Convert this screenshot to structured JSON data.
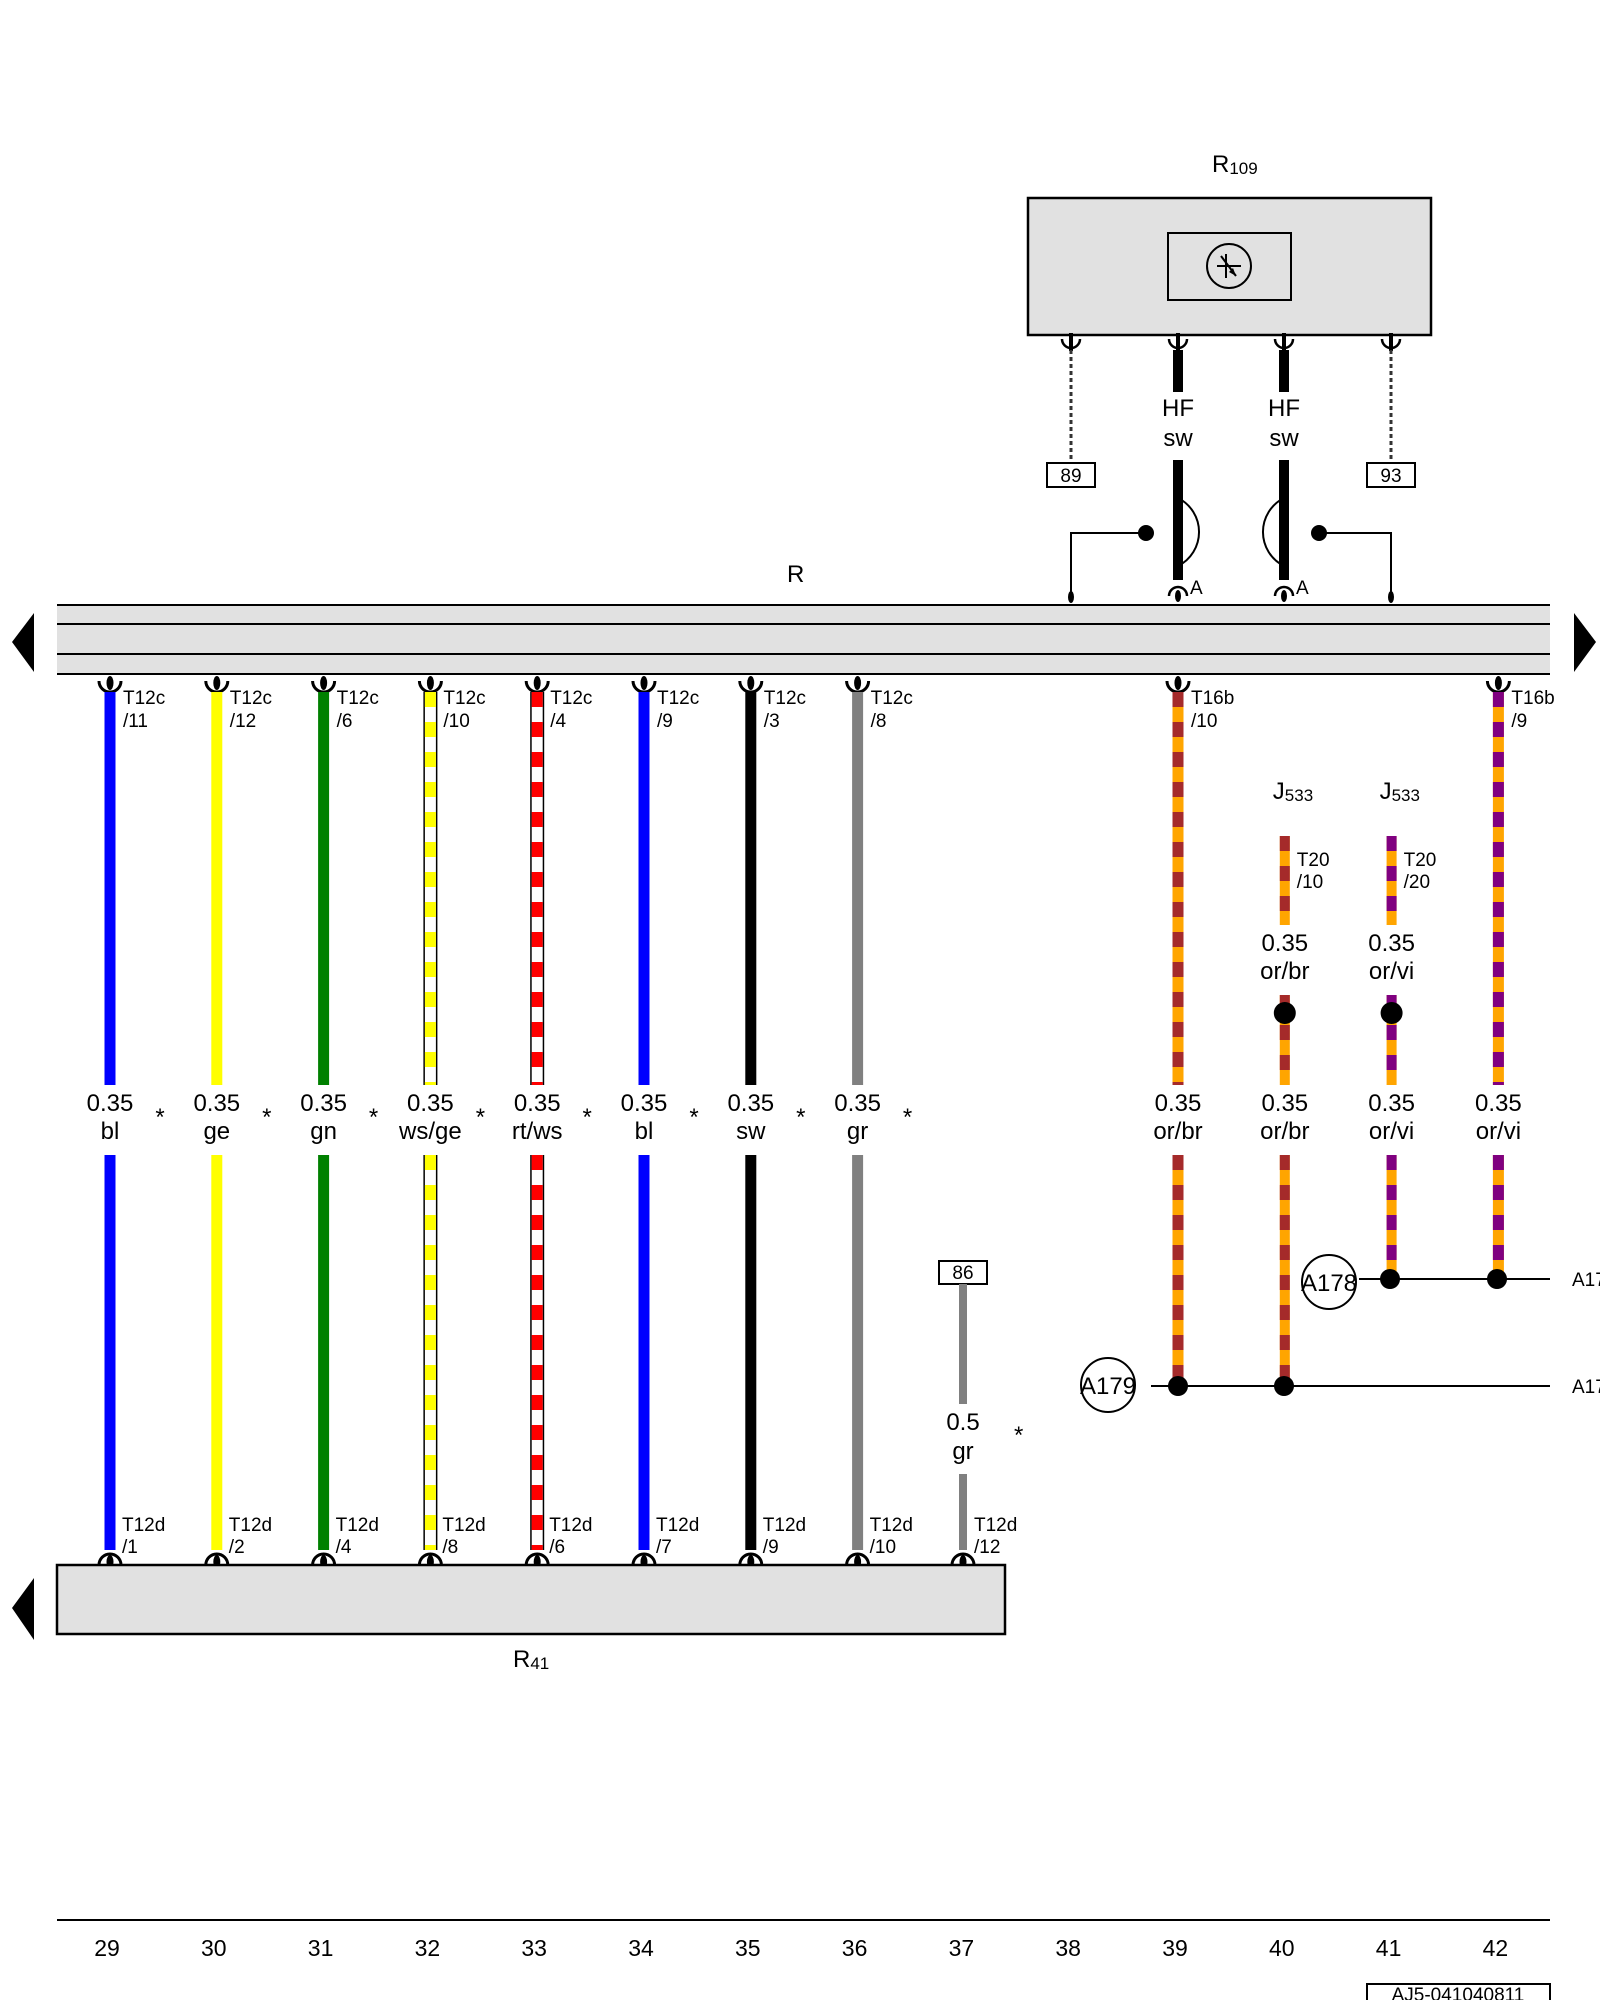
{
  "components": {
    "r109": {
      "main": "R",
      "sub": "109"
    },
    "r": "R",
    "r41": {
      "main": "R",
      "sub": "41"
    },
    "j533_a": {
      "main": "J",
      "sub": "533"
    },
    "j533_b": {
      "main": "J",
      "sub": "533"
    }
  },
  "r109_terminals": [
    {
      "text": "HF",
      "text2": "sw"
    },
    {
      "text": "HF",
      "text2": "sw"
    }
  ],
  "refs": {
    "ref89": "89",
    "ref93": "93",
    "ref86": "86",
    "shield_a1": "A",
    "shield_a2": "A"
  },
  "wires": [
    {
      "col": 29,
      "color": "#0000ff",
      "stripe": null,
      "top_pin1": "T12c",
      "top_pin2": "/11",
      "gauge": "0.35",
      "code": "bl",
      "bot_pin1": "T12d",
      "bot_pin2": "/1"
    },
    {
      "col": 30,
      "color": "#ffff00",
      "stripe": null,
      "top_pin1": "T12c",
      "top_pin2": "/12",
      "gauge": "0.35",
      "code": "ge",
      "bot_pin1": "T12d",
      "bot_pin2": "/2"
    },
    {
      "col": 31,
      "color": "#008000",
      "stripe": null,
      "top_pin1": "T12c",
      "top_pin2": "/6",
      "gauge": "0.35",
      "code": "gn",
      "bot_pin1": "T12d",
      "bot_pin2": "/4"
    },
    {
      "col": 32,
      "color": "#ffffff",
      "stripe": "#ffff00",
      "top_pin1": "T12c",
      "top_pin2": "/10",
      "gauge": "0.35",
      "code": "ws/ge",
      "bot_pin1": "T12d",
      "bot_pin2": "/8"
    },
    {
      "col": 33,
      "color": "#ffffff",
      "stripe": "#ff0000",
      "top_pin1": "T12c",
      "top_pin2": "/4",
      "gauge": "0.35",
      "code": "rt/ws",
      "bot_pin1": "T12d",
      "bot_pin2": "/6"
    },
    {
      "col": 34,
      "color": "#0000ff",
      "stripe": null,
      "top_pin1": "T12c",
      "top_pin2": "/9",
      "gauge": "0.35",
      "code": "bl",
      "bot_pin1": "T12d",
      "bot_pin2": "/7"
    },
    {
      "col": 35,
      "color": "#000000",
      "stripe": null,
      "top_pin1": "T12c",
      "top_pin2": "/3",
      "gauge": "0.35",
      "code": "sw",
      "bot_pin1": "T12d",
      "bot_pin2": "/9"
    },
    {
      "col": 36,
      "color": "#808080",
      "stripe": null,
      "top_pin1": "T12c",
      "top_pin2": "/8",
      "gauge": "0.35",
      "code": "gr",
      "bot_pin1": "T12d",
      "bot_pin2": "/10"
    }
  ],
  "wire37": {
    "color": "#808080",
    "gauge": "0.5",
    "code": "gr",
    "bot_pin1": "T12d",
    "bot_pin2": "/12"
  },
  "can_wires": {
    "w39": {
      "top_pin1": "T16b",
      "top_pin2": "/10",
      "gauge": "0.35",
      "code": "or/br"
    },
    "w40_top": {
      "pin1": "T20",
      "pin2": "/10",
      "gauge": "0.35",
      "code": "or/br"
    },
    "w40": {
      "gauge": "0.35",
      "code": "or/br"
    },
    "w41_top": {
      "pin1": "T20",
      "pin2": "/20",
      "gauge": "0.35",
      "code": "or/vi"
    },
    "w41": {
      "gauge": "0.35",
      "code": "or/vi"
    },
    "w42": {
      "top_pin1": "T16b",
      "top_pin2": "/9",
      "gauge": "0.35",
      "code": "or/vi"
    }
  },
  "wire_colors": {
    "or": "#ffa500",
    "br": "#a52a2a",
    "vi": "#800080"
  },
  "splices": {
    "a178": "A178",
    "a179": "A179",
    "a178_cont": "A17",
    "a179_cont": "A17"
  },
  "asterisk": "*",
  "column_numbers": [
    "29",
    "30",
    "31",
    "32",
    "33",
    "34",
    "35",
    "36",
    "37",
    "38",
    "39",
    "40",
    "41",
    "42"
  ],
  "doc_code": "AJ5-041040811"
}
